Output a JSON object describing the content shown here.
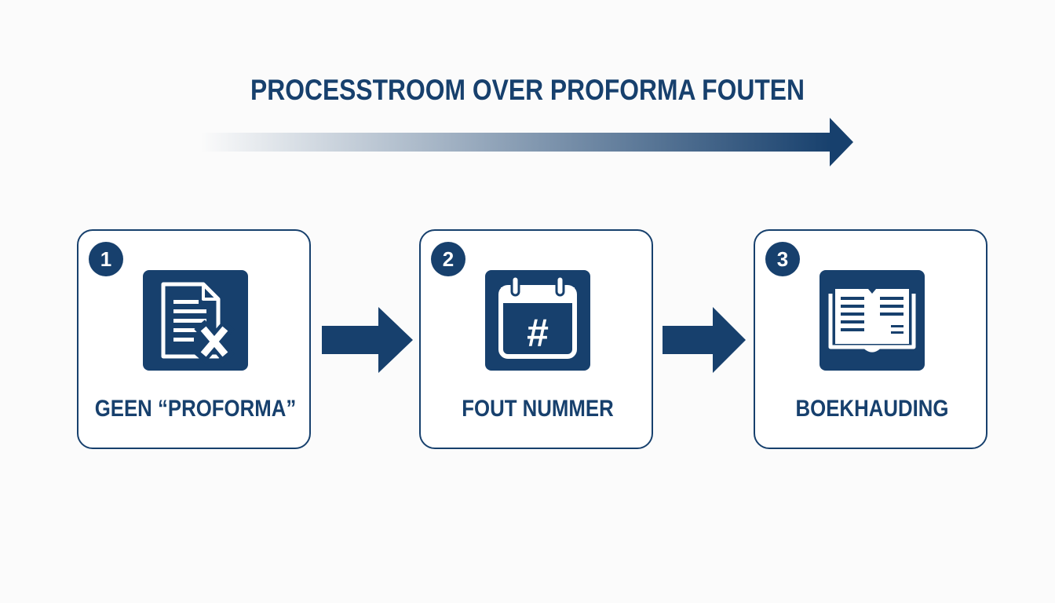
{
  "title": "PROCESSTROOM OVER PROFORMA FOUTEN",
  "colors": {
    "primary": "#17406d",
    "background": "#fbfbfb",
    "card": "#ffffff"
  },
  "steps": [
    {
      "number": "1",
      "label": "GEEN “PROFORMA”",
      "icon": "document-x-icon"
    },
    {
      "number": "2",
      "label": "FOUT NUMMER",
      "icon": "calendar-hash-icon"
    },
    {
      "number": "3",
      "label": "BOEKHAUDING",
      "icon": "open-book-icon"
    }
  ]
}
